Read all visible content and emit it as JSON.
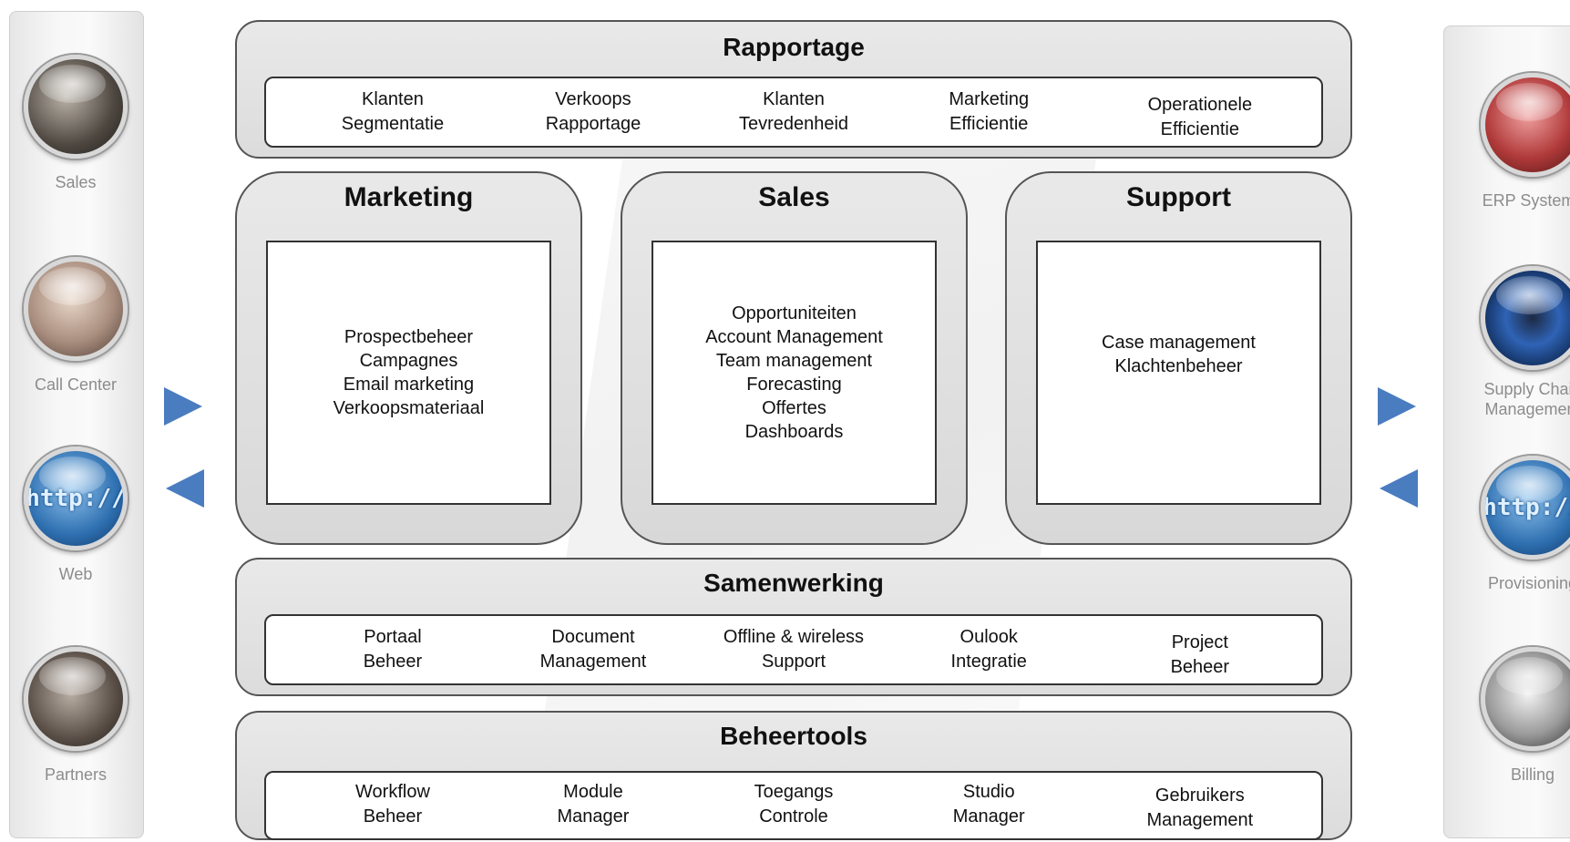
{
  "channels_left": [
    "Sales",
    "Call Center",
    "Web",
    "Partners"
  ],
  "channels_right": [
    "ERP Systems",
    "Supply Chain Management",
    "Provisioning",
    "Billing"
  ],
  "web_orb_text": "http://",
  "rapportage": {
    "title": "Rapportage",
    "items": [
      "Klanten\nSegmentatie",
      "Verkoops\nRapportage",
      "Klanten\nTevredenheid",
      "Marketing\nEfficientie",
      "Operationele\nEfficientie"
    ]
  },
  "modules": [
    {
      "title": "Marketing",
      "items": [
        "Prospectbeheer",
        "Campagnes",
        "Email marketing",
        "Verkoopsmateriaal"
      ]
    },
    {
      "title": "Sales",
      "items": [
        "Opportuniteiten",
        "Account Management",
        "Team management",
        "Forecasting",
        "Offertes",
        "Dashboards"
      ]
    },
    {
      "title": "Support",
      "items": [
        "Case management",
        "Klachtenbeheer"
      ]
    }
  ],
  "samenwerking": {
    "title": "Samenwerking",
    "items": [
      "Portaal\nBeheer",
      "Document\nManagement",
      "Offline & wireless\nSupport",
      "Oulook\nIntegratie",
      "Project\nBeheer"
    ]
  },
  "beheertools": {
    "title": "Beheertools",
    "items": [
      "Workflow\nBeheer",
      "Module\nManager",
      "Toegangs\nControle",
      "Studio\nManager",
      "Gebruikers\nManagement"
    ]
  },
  "colors": {
    "arrow": "#4a7cc0",
    "panel_border": "#555555",
    "panel_fill": "#e2e2e2"
  }
}
